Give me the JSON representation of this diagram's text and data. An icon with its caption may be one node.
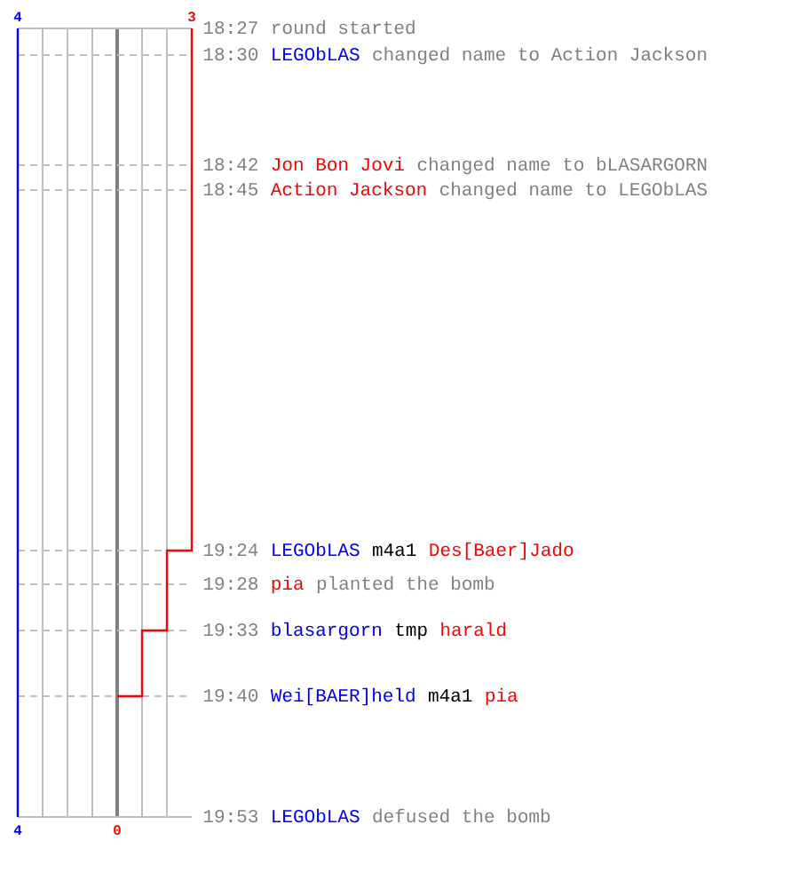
{
  "diagram": {
    "labels": [
      "4",
      "3",
      "18:27",
      "round started",
      "18:30",
      "LEGObLAS",
      "changed name to Action Jackson",
      "18:42",
      "Jon Bon Jovi",
      "changed name to bLASARGORN",
      "18:45",
      "Action Jackson",
      "changed name to LEGObLAS",
      "19:24",
      "LEGObLAS",
      "m4a1",
      "Des[Baer]Jado",
      "19:28",
      "pia",
      "planted the bomb",
      "19:33",
      "blasargorn",
      "tmp",
      "harald",
      "19:40",
      "Wei[BAER]held",
      "m4a1",
      "pia",
      "19:53",
      "LEGObLAS",
      "defused the bomb",
      "4",
      "0"
    ]
  }
}
